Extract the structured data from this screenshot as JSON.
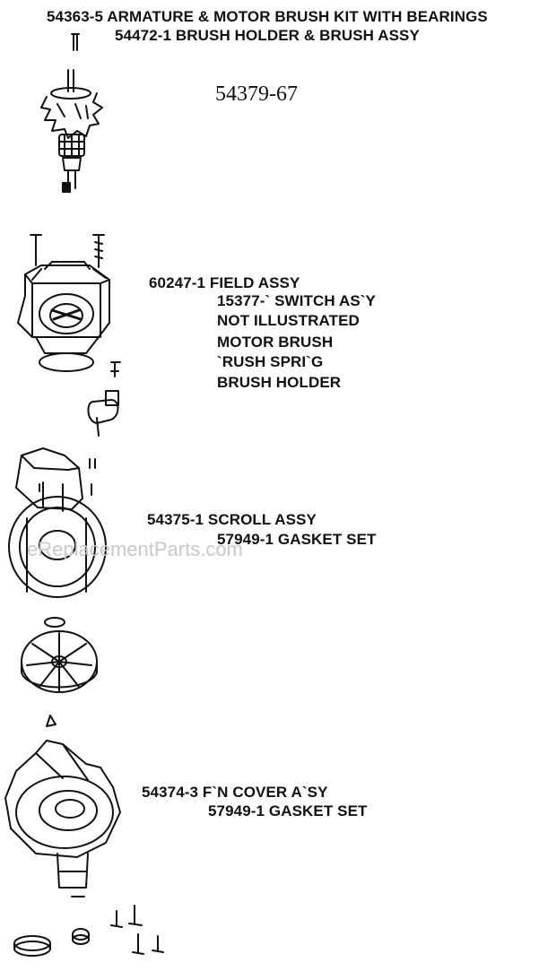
{
  "header": {
    "line1": "54363-5 ARMATURE & MOTOR BRUSH KIT WITH BEARINGS",
    "line2": "54472-1 BRUSH HOLDER & BRUSH ASSY"
  },
  "armature_part": "54379-67",
  "field_group": {
    "line1": "60247-1 FIELD ASSY",
    "line2": "15377-` SWITCH AS`Y",
    "line3": "NOT ILLUSTRATED",
    "line4": "MOTOR BRUSH",
    "line5": "`RUSH SPRI`G",
    "line6": "BRUSH HOLDER"
  },
  "scroll_group": {
    "line1": "54375-1 SCROLL ASSY",
    "line2": "57949-1 GASKET SET"
  },
  "fan_cover_group": {
    "line1": "54374-3 F`N COVER A`SY",
    "line2": "57949-1 GASKET SET"
  },
  "watermark": "eReplacementParts.com"
}
